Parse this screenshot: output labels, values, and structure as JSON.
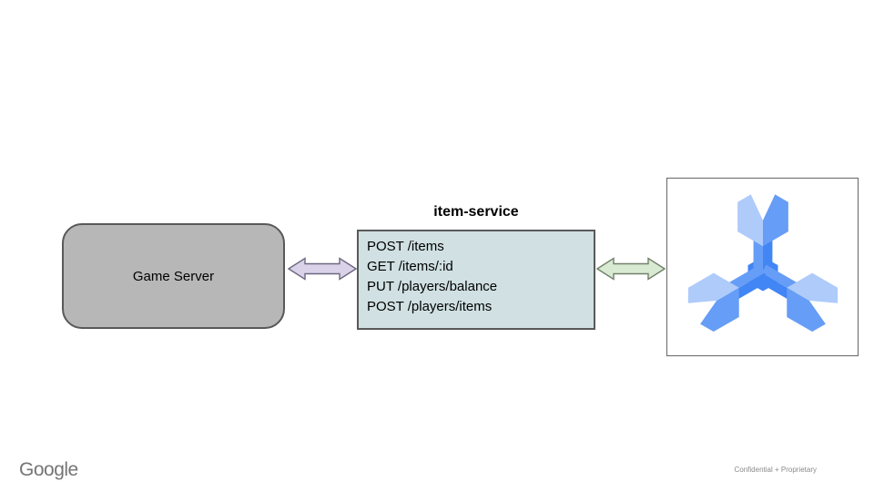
{
  "slide": {
    "footer": {
      "brand": "Google",
      "note": "Confidential + Proprietary"
    }
  },
  "diagram": {
    "game_server": {
      "label": "Game Server"
    },
    "service": {
      "title": "item-service",
      "endpoints": [
        "POST /items",
        "GET /items/:id",
        "PUT /players/balance",
        "POST /players/items"
      ]
    },
    "database": {
      "icon": "cloud-spanner-icon"
    }
  },
  "colors": {
    "game_server_fill": "#b7b7b7",
    "game_server_border": "#595959",
    "service_fill": "#d0e0e3",
    "service_border": "#595959",
    "arrow_left_fill": "#d9d2e9",
    "arrow_left_border": "#6f6880",
    "arrow_right_fill": "#d9ead3",
    "arrow_right_border": "#72816a",
    "spanner_light": "#aecbfa",
    "spanner_medium": "#669df6",
    "spanner_dark": "#4285f4"
  }
}
